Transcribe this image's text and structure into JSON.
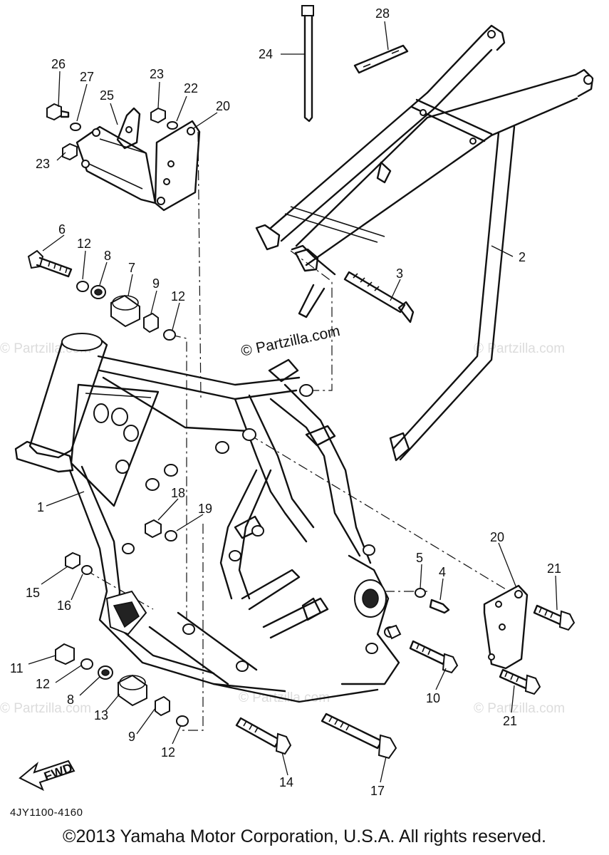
{
  "watermarks": {
    "center": "© Partzilla.com",
    "faint": "© Partzilla.com"
  },
  "diagram_code": "4JY1100-4160",
  "copyright": "©2013 Yamaha Motor Corporation, U.S.A. All rights reserved.",
  "fwd_label": "FWD",
  "callouts": {
    "c1": "1",
    "c2": "2",
    "c3": "3",
    "c4": "4",
    "c5": "5",
    "c6": "6",
    "c7": "7",
    "c8a": "8",
    "c8b": "8",
    "c9a": "9",
    "c9b": "9",
    "c10": "10",
    "c11": "11",
    "c12a": "12",
    "c12b": "12",
    "c12c": "12",
    "c12d": "12",
    "c13": "13",
    "c14": "14",
    "c15": "15",
    "c16": "16",
    "c17": "17",
    "c18": "18",
    "c19": "19",
    "c20a": "20",
    "c20b": "20",
    "c21a": "21",
    "c21b": "21",
    "c22": "22",
    "c23a": "23",
    "c23b": "23",
    "c24": "24",
    "c25": "25",
    "c26": "26",
    "c27": "27",
    "c28": "28"
  }
}
